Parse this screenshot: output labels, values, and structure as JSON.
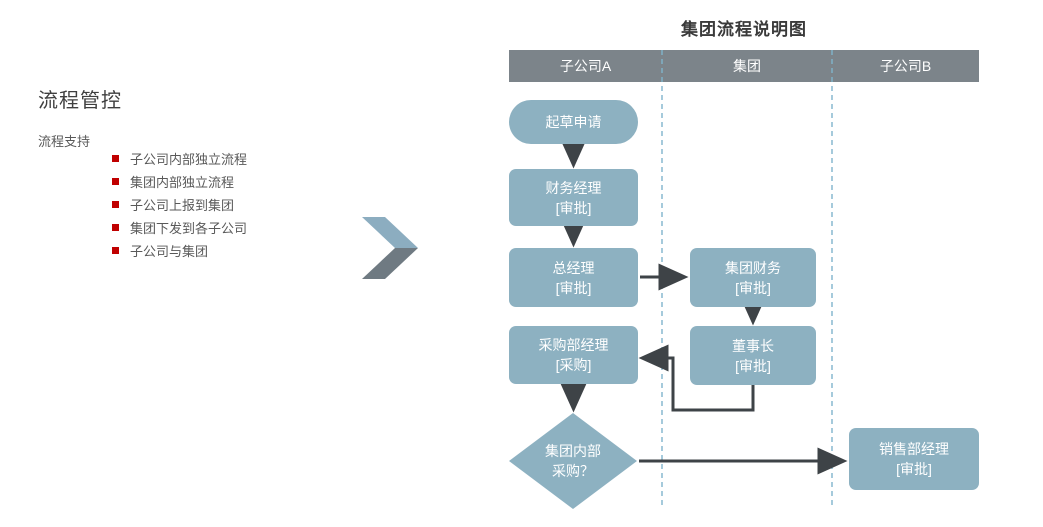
{
  "left_panel": {
    "title": "流程管控",
    "subtitle": "流程支持",
    "bullet_color": "#c00000",
    "items": [
      "子公司内部独立流程",
      "集团内部独立流程",
      "子公司上报到集团",
      "集团下发到各子公司",
      "子公司与集团"
    ]
  },
  "chevron": {
    "name": "right-chevron",
    "top_color": "#8cadc0",
    "bottom_color": "#6f7a82"
  },
  "diagram": {
    "title": "集团流程说明图",
    "colors": {
      "header_bg": "#7c848a",
      "lane_text": "#ffffff",
      "node_fill": "#8db1c1",
      "node_text": "#ffffff",
      "arrow": "#3e4347",
      "lane_separator": "#7fb4cc"
    },
    "lanes": [
      {
        "label": "子公司A"
      },
      {
        "label": "集团"
      },
      {
        "label": "子公司B"
      }
    ],
    "nodes": {
      "start": {
        "label": "起草申请"
      },
      "finance_manager": {
        "line1": "财务经理",
        "line2": "[审批]"
      },
      "general_manager": {
        "line1": "总经理",
        "line2": "[审批]"
      },
      "group_finance": {
        "line1": "集团财务",
        "line2": "[审批]"
      },
      "chairman": {
        "line1": "董事长",
        "line2": "[审批]"
      },
      "purchase_manager": {
        "line1": "采购部经理",
        "line2": "[采购]"
      },
      "decision": {
        "line1": "集团内部",
        "line2": "采购？"
      },
      "sales_manager": {
        "line1": "销售部经理",
        "line2": "[审批]"
      }
    }
  }
}
